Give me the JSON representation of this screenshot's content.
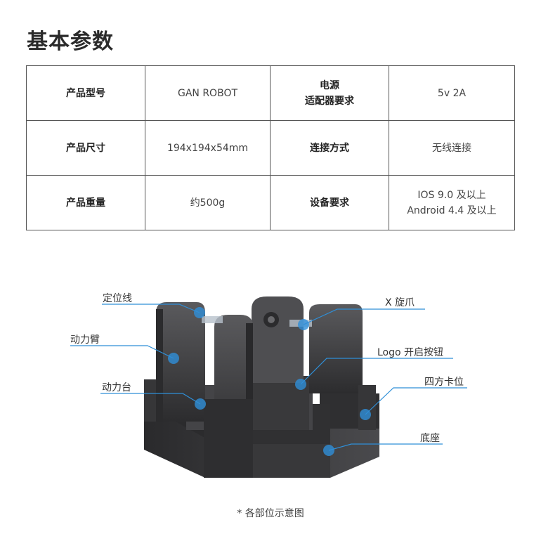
{
  "title": "基本参数",
  "specs": {
    "rows": [
      {
        "k1": "产品型号",
        "v1": "GAN ROBOT",
        "k2_lines": [
          "电源",
          "适配器要求"
        ],
        "v2_lines": [
          "5v 2A"
        ]
      },
      {
        "k1": "产品尺寸",
        "v1": "194x194x54mm",
        "k2_lines": [
          "连接方式"
        ],
        "v2_lines": [
          "无线连接"
        ]
      },
      {
        "k1": "产品重量",
        "v1": "约500g",
        "k2_lines": [
          "设备要求"
        ],
        "v2_lines": [
          "IOS 9.0 及以上",
          "Android 4.4 及以上"
        ]
      }
    ]
  },
  "diagram": {
    "labels": {
      "positioning_line": "定位线",
      "power_arm": "动力臂",
      "power_base": "动力台",
      "x_gripper": "X 旋爪",
      "logo_button": "Logo 开启按钮",
      "four_slots": "四方卡位",
      "base": "底座"
    },
    "accent_color": "#2f8fd8",
    "body_color": "#3c3c3e"
  },
  "caption": "* 各部位示意图"
}
